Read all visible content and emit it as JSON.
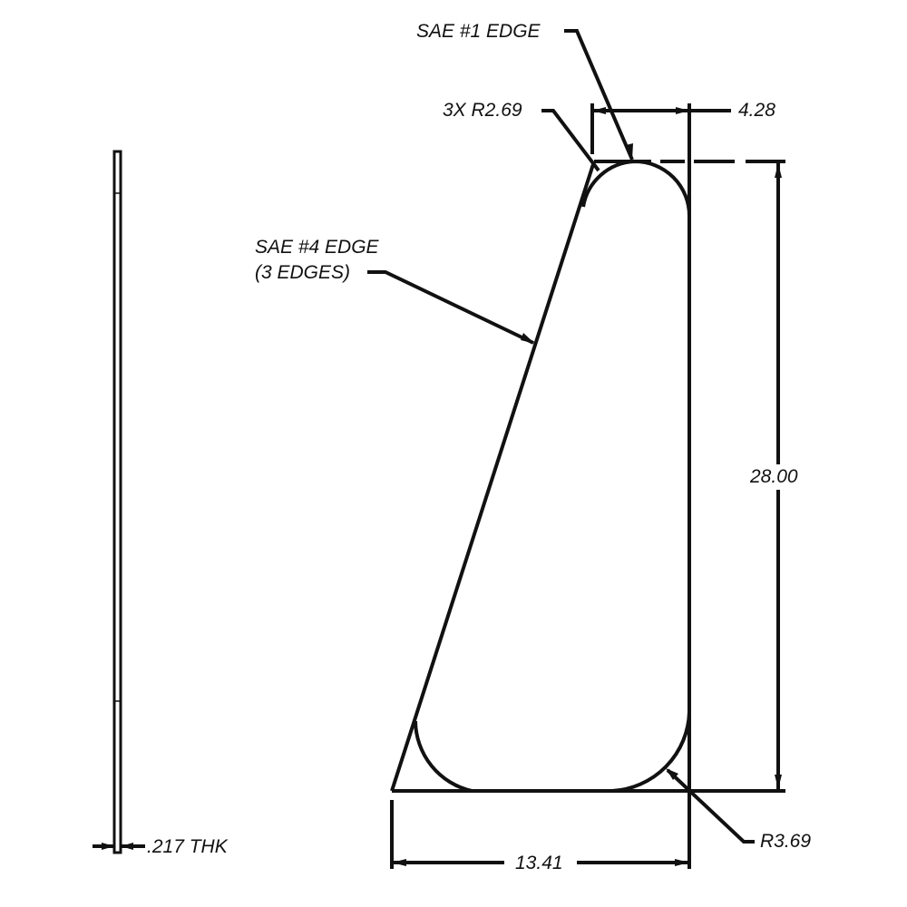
{
  "drawing": {
    "part": "triangular gusset plate",
    "colors": {
      "line": "#111111",
      "background": "#ffffff"
    },
    "labels": {
      "sae1_edge": "SAE #1 EDGE",
      "corner_radius": "3X R2.69",
      "top_width": "4.28",
      "sae4_edge_line1": "SAE #4 EDGE",
      "sae4_edge_line2": "(3 EDGES)",
      "height": "28.00",
      "bottom_radius": "R3.69",
      "base_width": "13.41",
      "thickness": ".217 THK"
    },
    "dimensions": {
      "height": 28.0,
      "base_width": 13.41,
      "top_width": 4.28,
      "corner_radius": 2.69,
      "corner_radius_count": 3,
      "bottom_right_radius": 3.69,
      "thickness": 0.217
    }
  }
}
